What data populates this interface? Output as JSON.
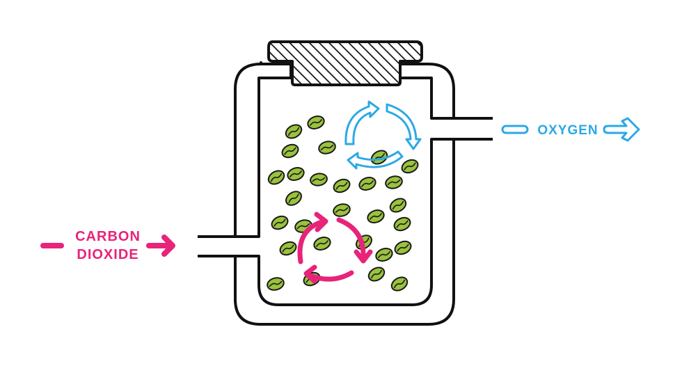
{
  "labels": {
    "input_line1": "CARBON",
    "input_line2": "DIOXIDE",
    "output": "OXYGEN"
  },
  "colors": {
    "input": "#e8237a",
    "output": "#2ba8e6",
    "outline": "#111111",
    "bean_fill": "#9ac23c",
    "bean_stroke": "#1a1a1a"
  },
  "icons": {
    "input_arrow": "arrow-right-icon",
    "output_arrow": "arrow-right-outline-icon",
    "input_cycle": "recycle-arrows-icon",
    "output_cycle": "recycle-arrows-outline-icon",
    "lid": "hatched-lid-icon",
    "bean": "coffee-bean-icon"
  }
}
